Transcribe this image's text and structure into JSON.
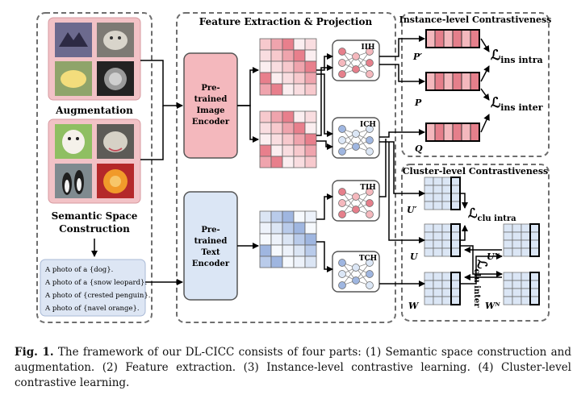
{
  "figure": {
    "sections": {
      "feature": "Feature Extraction & Projection",
      "instance": "Instance-level Contrastiveness",
      "cluster": "Cluster-level Contrastiveness",
      "augmentation": "Augmentation",
      "semantic_line1": "Semantic Space",
      "semantic_line2": "Construction"
    },
    "encoders": {
      "image": [
        "Pre-",
        "trained",
        "Image",
        "Encoder"
      ],
      "text": [
        "Pre-",
        "trained",
        "Text",
        "Encoder"
      ]
    },
    "heads": [
      "IIH",
      "ICH",
      "TIH",
      "TCH"
    ],
    "prompts": [
      "A photo of a {dog}.",
      "A photo of a {snow leopard}.",
      "A photo of {crested penguin}.",
      "A photo of {navel orange}."
    ],
    "labels": {
      "p_prime": "P′",
      "p": "P",
      "q": "Q",
      "u_prime": "U′",
      "u": "U",
      "w": "W",
      "u_n": "Uᴺ",
      "w_n": "Wᴺ"
    },
    "losses": {
      "ins_intra": "ℒ",
      "ins_intra_sub": "ins intra",
      "ins_inter": "ℒ",
      "ins_inter_sub": "ins inter",
      "clu_intra": "ℒ",
      "clu_intra_sub": "clu intra",
      "clu_inter": "ℒ",
      "clu_inter_sub": "clu inter"
    },
    "colors": {
      "pink_fill": "#f4b8bd",
      "pink_dark": "#e57f8b",
      "blue_fill": "#dbe6f5",
      "blue_dark": "#9fb6e0",
      "panel_border": "#7a7a7a"
    }
  },
  "caption": {
    "label": "Fig. 1.",
    "text": "The framework of our DL-CICC consists of four parts: (1) Semantic space construction and augmentation. (2) Feature extraction. (3) Instance-level contrastive learning. (4) Cluster-level contrastive learning."
  }
}
